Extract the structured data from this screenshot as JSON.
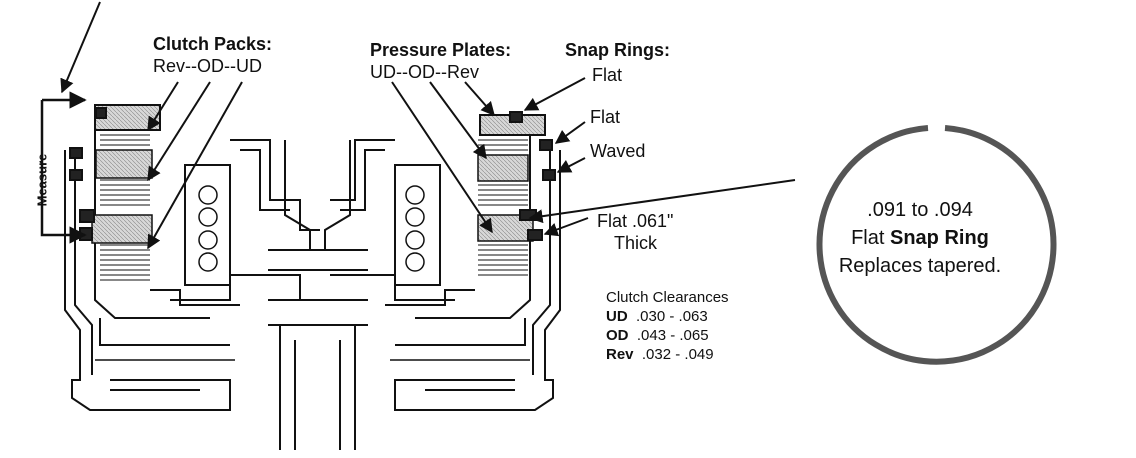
{
  "labels": {
    "clutch_packs_title": "Clutch Packs:",
    "clutch_packs_order": "Rev--OD--UD",
    "pressure_plates_title": "Pressure Plates:",
    "pressure_plates_order": "UD--OD--Rev",
    "snap_rings_title": "Snap Rings:",
    "snap_ring_1": "Flat",
    "snap_ring_2": "Flat",
    "snap_ring_3": "Waved",
    "snap_ring_4_a": "Flat .061\"",
    "snap_ring_4_b": "Thick",
    "measure": "Measure"
  },
  "clearances": {
    "title": "Clutch Clearances",
    "rows": [
      {
        "code": "UD",
        "range": ".030 - .063"
      },
      {
        "code": "OD",
        "range": ".043 - .065"
      },
      {
        "code": "Rev",
        "range": ".032 - .049"
      }
    ]
  },
  "ring_note": {
    "line1": ".091 to .094",
    "line2_prefix": "Flat",
    "line2_bold": "Snap Ring",
    "line3": "Replaces tapered."
  }
}
